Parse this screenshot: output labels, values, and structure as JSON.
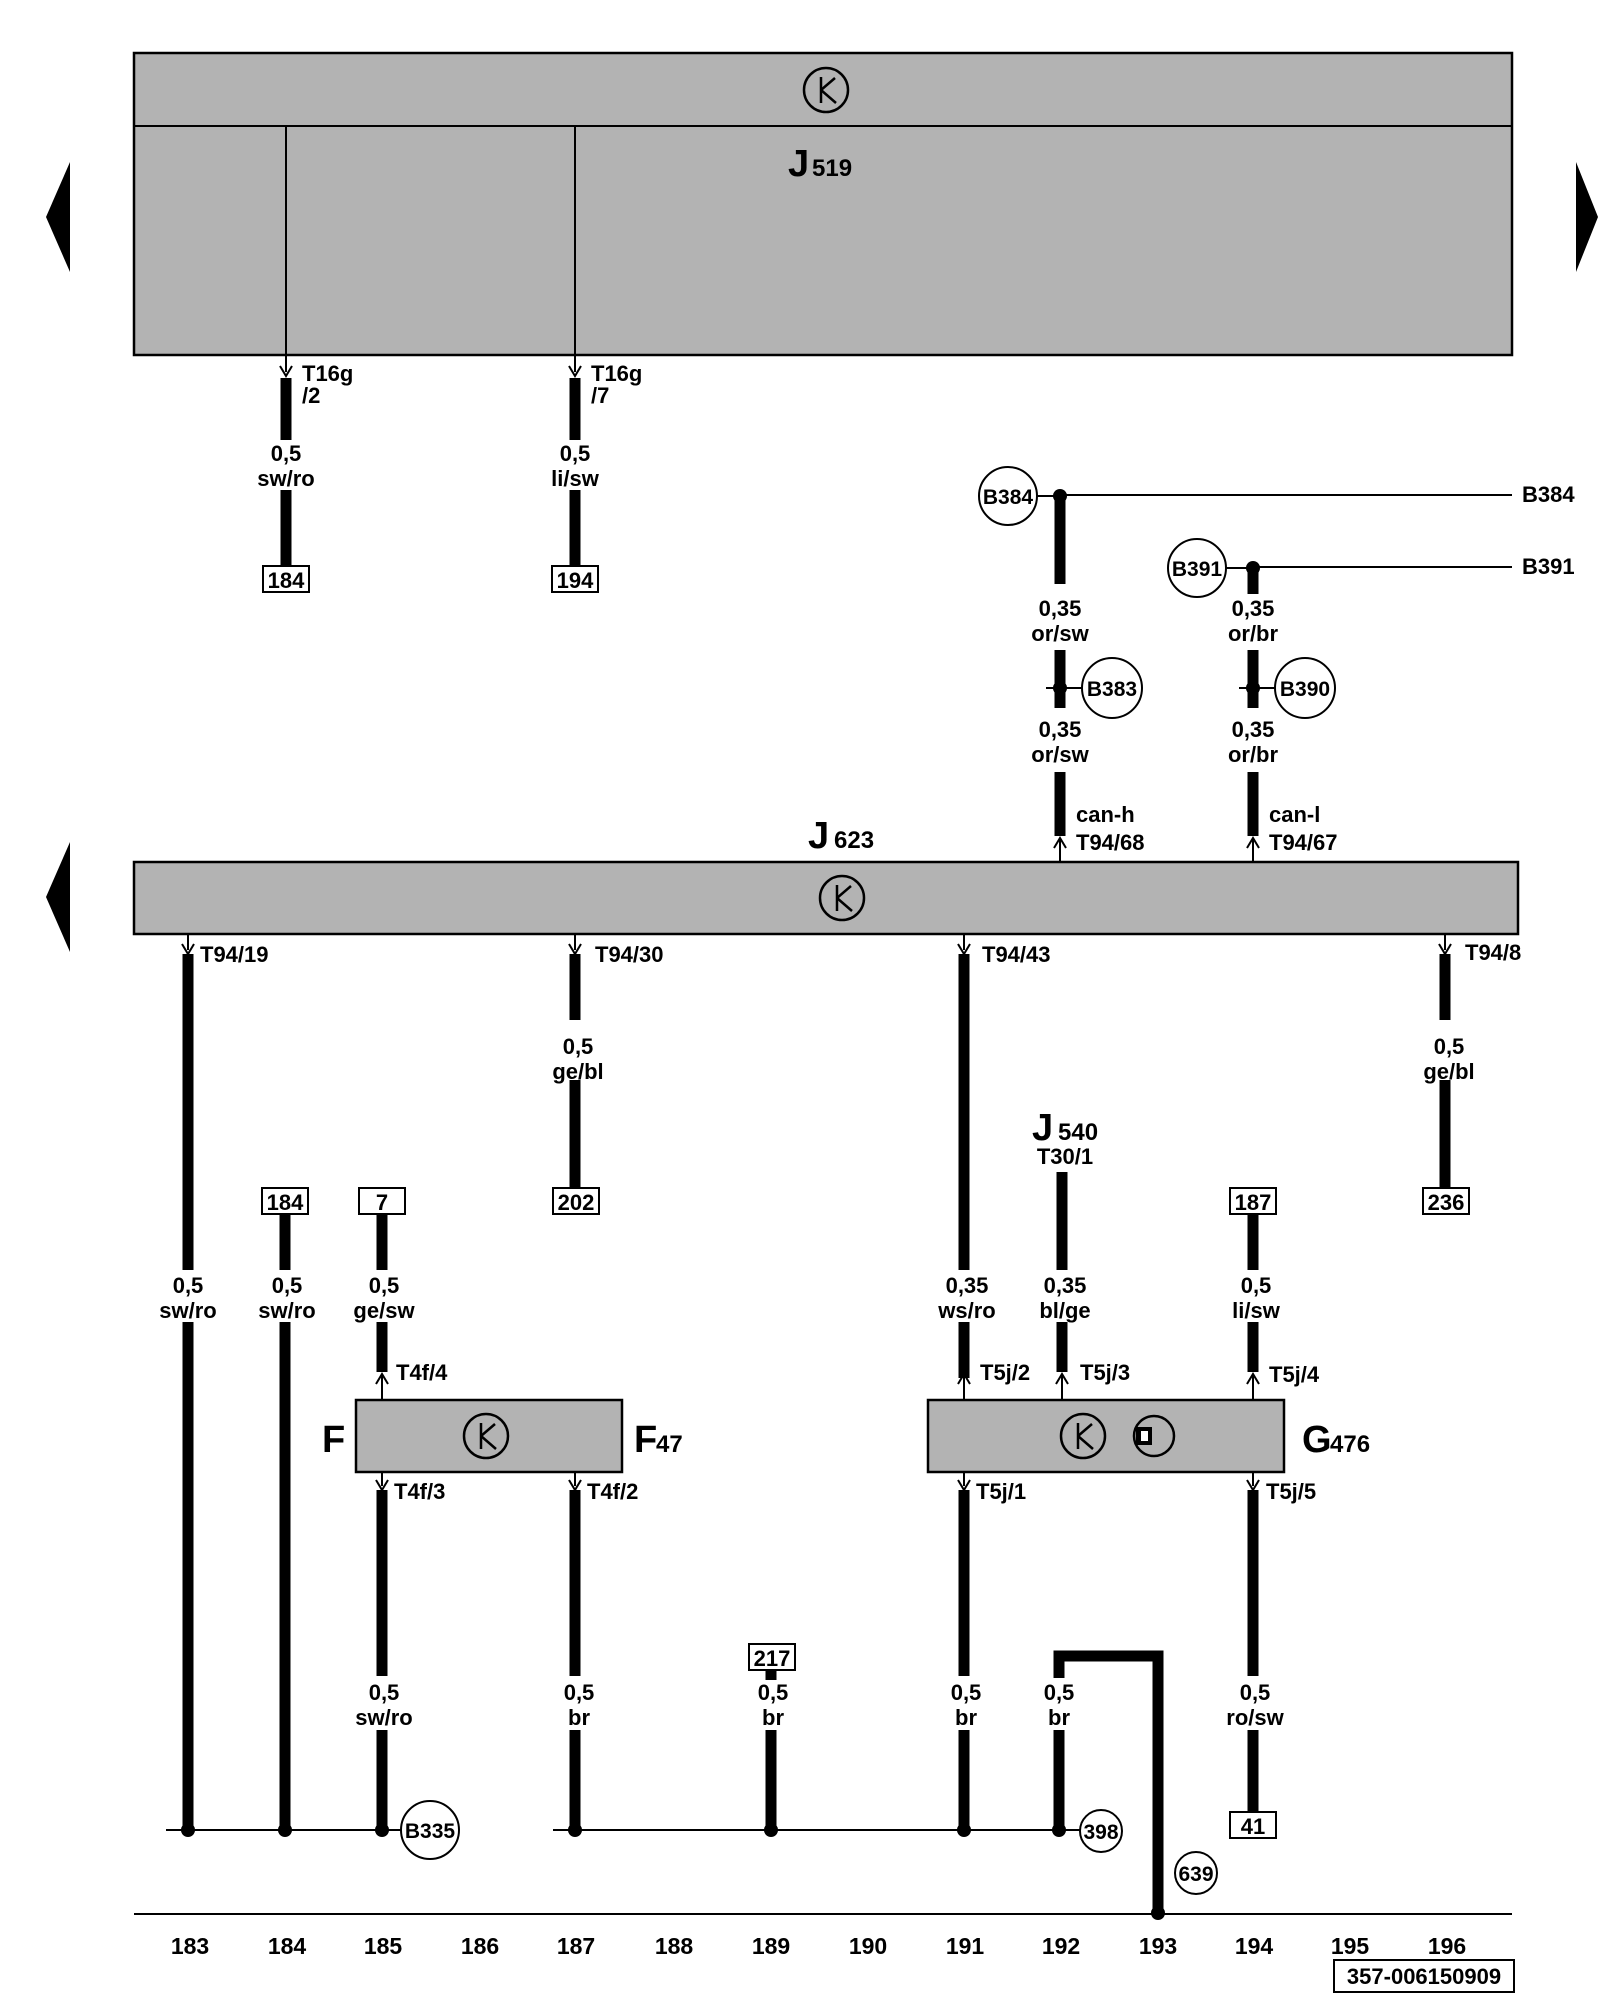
{
  "modules": {
    "j519": {
      "letter": "J",
      "number": "519"
    },
    "j623": {
      "letter": "J",
      "number": "623"
    },
    "j540": {
      "letter": "J",
      "number": "540",
      "pin": "T30/1"
    },
    "f47": {
      "left_letter": "F",
      "right_letter": "F",
      "right_number": "47"
    },
    "g476": {
      "letter": "G",
      "number": "476"
    }
  },
  "pins": {
    "t16g_2_a": "T16g",
    "t16g_2_b": "/2",
    "t16g_7_a": "T16g",
    "t16g_7_b": "/7",
    "t94_68": "T94/68",
    "t94_67": "T94/67",
    "t94_19": "T94/19",
    "t94_30": "T94/30",
    "t94_43": "T94/43",
    "t94_8": "T94/8",
    "t4f_4": "T4f/4",
    "t4f_3": "T4f/3",
    "t4f_2": "T4f/2",
    "t5j_2": "T5j/2",
    "t5j_3": "T5j/3",
    "t5j_4": "T5j/4",
    "t5j_1": "T5j/1",
    "t5j_5": "T5j/5"
  },
  "signals": {
    "can_h": "can-h",
    "can_l": "can-l"
  },
  "wires": {
    "w1": {
      "size": "0,5",
      "color": "sw/ro"
    },
    "w2": {
      "size": "0,5",
      "color": "li/sw"
    },
    "w3": {
      "size": "0,35",
      "color": "or/sw"
    },
    "w4": {
      "size": "0,35",
      "color": "or/br"
    },
    "w5": {
      "size": "0,35",
      "color": "or/sw"
    },
    "w6": {
      "size": "0,35",
      "color": "or/br"
    },
    "w7": {
      "size": "0,5",
      "color": "ge/bl"
    },
    "w8": {
      "size": "0,5",
      "color": "ge/bl"
    },
    "w9": {
      "size": "0,5",
      "color": "sw/ro"
    },
    "w10": {
      "size": "0,5",
      "color": "sw/ro"
    },
    "w11": {
      "size": "0,5",
      "color": "ge/sw"
    },
    "w12": {
      "size": "0,35",
      "color": "ws/ro"
    },
    "w13": {
      "size": "0,35",
      "color": "bl/ge"
    },
    "w14": {
      "size": "0,5",
      "color": "li/sw"
    },
    "w15": {
      "size": "0,5",
      "color": "sw/ro"
    },
    "w16": {
      "size": "0,5",
      "color": "br"
    },
    "w17": {
      "size": "0,5",
      "color": "br"
    },
    "w18": {
      "size": "0,5",
      "color": "br"
    },
    "w19": {
      "size": "0,5",
      "color": "br"
    },
    "w20": {
      "size": "0,5",
      "color": "ro/sw"
    }
  },
  "refs": {
    "r184a": "184",
    "r194": "194",
    "r202": "202",
    "r236": "236",
    "r184b": "184",
    "r7": "7",
    "r187": "187",
    "r217": "217",
    "r41": "41"
  },
  "connectors": {
    "b384": "B384",
    "b391": "B391",
    "b383": "B383",
    "b390": "B390",
    "b335": "B335",
    "g398": "398",
    "g639": "639"
  },
  "edge_labels": {
    "b384": "B384",
    "b391": "B391"
  },
  "ruler": [
    "183",
    "184",
    "185",
    "186",
    "187",
    "188",
    "189",
    "190",
    "191",
    "192",
    "193",
    "194",
    "195",
    "196"
  ],
  "doc_number": "357-006150909"
}
